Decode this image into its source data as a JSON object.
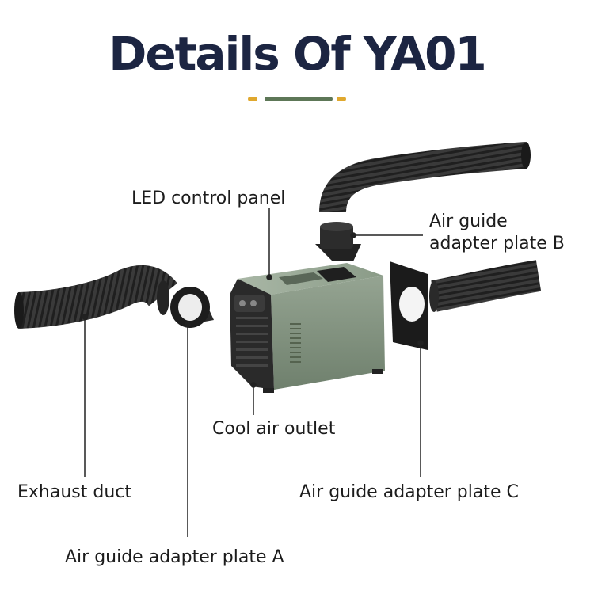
{
  "title": "Details Of YA01",
  "colors": {
    "title": "#1c2542",
    "accent_gold": "#e0a82e",
    "accent_green": "#5d7757",
    "unit_body": "#7e8f7c",
    "hose": "#2e2e2e"
  },
  "labels": {
    "led_panel": "LED control panel",
    "plate_b_line1": "Air guide",
    "plate_b_line2": "adapter plate B",
    "cool_air_outlet": "Cool air outlet",
    "exhaust_duct": "Exhaust duct",
    "plate_c": "Air guide adapter plate C",
    "plate_a": "Air guide adapter plate A"
  }
}
